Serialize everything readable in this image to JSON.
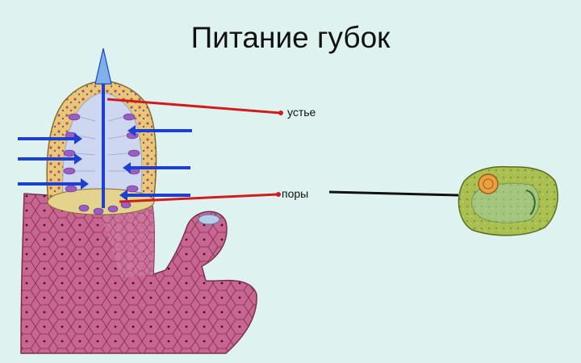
{
  "title": "Питание губок",
  "labels": {
    "ostium": "устье",
    "pores": "поры"
  },
  "colors": {
    "background": "#def3f0",
    "sponge_body": "#c9668f",
    "cell_outline": "#7a2f52",
    "wall_yellow": "#e8c870",
    "inner_cavity": "#cdd7f0",
    "choanocyte": "#9b5cc4",
    "water_flow_arrow": "#1f3fd0",
    "pointer_red": "#d21c1c",
    "pointer_black": "#111111",
    "cell_green": "#a9bf52"
  },
  "icons": {
    "water_flow": "arrow-icon",
    "pointer_dot": "dot-icon"
  }
}
